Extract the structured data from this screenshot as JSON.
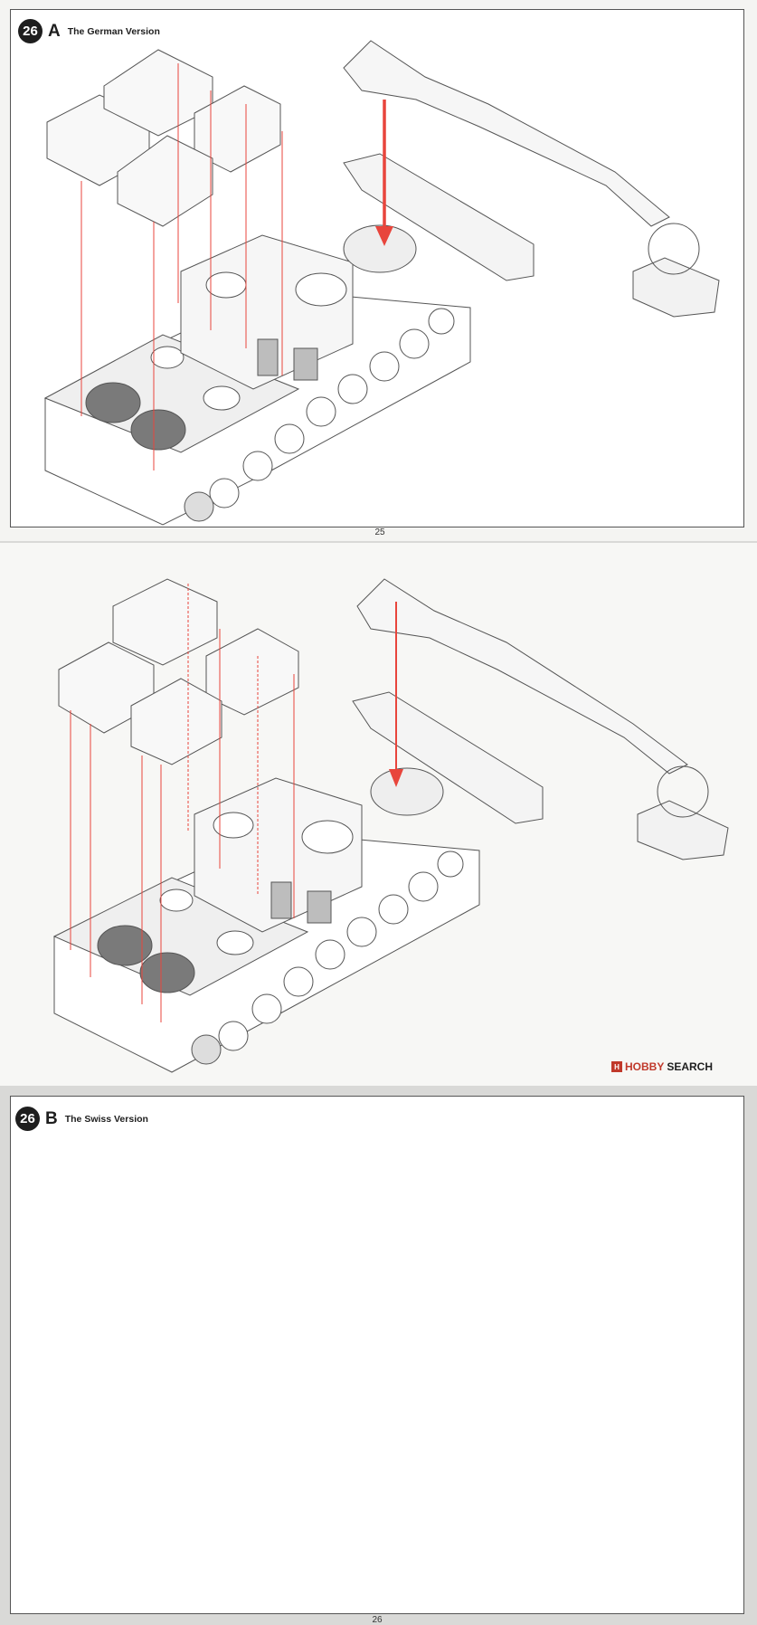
{
  "pages": [
    {
      "step_number": "26",
      "step_letter": "A",
      "title": "The German Version",
      "page_number": "25"
    },
    {
      "step_number": "26",
      "step_letter": "B",
      "title": "The Swiss Version",
      "page_number": "26"
    }
  ],
  "watermark": {
    "brand": "HOBBY",
    "suffix": "SEARCH"
  },
  "colors": {
    "arrow": "#e8453c",
    "guide_line": "#e8453c",
    "line_art": "#555555"
  }
}
